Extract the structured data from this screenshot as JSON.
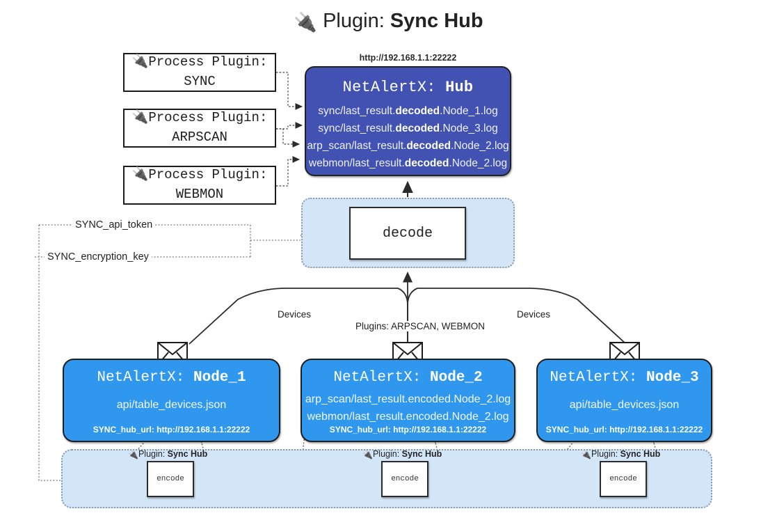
{
  "title": {
    "icon": "plug-icon",
    "prefix": "Plugin:",
    "name": "Sync Hub"
  },
  "process_plugins": [
    {
      "icon": "plug-icon",
      "line1": "Process Plugin:",
      "line2": "SYNC"
    },
    {
      "icon": "plug-icon",
      "line1": "Process Plugin:",
      "line2": "ARPSCAN"
    },
    {
      "icon": "plug-icon",
      "line1": "Process Plugin:",
      "line2": "WEBMON"
    }
  ],
  "hub": {
    "url": "http://192.168.1.1:22222",
    "title_prefix": "NetAlertX:",
    "title_name": "Hub",
    "rows": [
      {
        "pre": "sync/last_result.",
        "em": "decoded",
        "post": ".Node_1.log"
      },
      {
        "pre": "sync/last_result.",
        "em": "decoded",
        "post": ".Node_3.log"
      },
      {
        "pre": "arp_scan/last_result.",
        "em": "decoded",
        "post": ".Node_2.log"
      },
      {
        "pre": "webmon/last_result.",
        "em": "decoded",
        "post": ".Node_2.log"
      }
    ]
  },
  "decode": {
    "label": "decode"
  },
  "secrets": [
    {
      "label": "SYNC_api_token"
    },
    {
      "label": "SYNC_encryption_key"
    }
  ],
  "edge_labels": {
    "devices_left": "Devices",
    "devices_right": "Devices",
    "plugins_center": "Plugins: ARPSCAN, WEBMON"
  },
  "nodes": [
    {
      "title_prefix": "NetAlertX:",
      "title_name": "Node_1",
      "rows": [
        "api/table_devices.json"
      ],
      "footer": "SYNC_hub_url: http://192.168.1.1:22222",
      "mail_icon": "envelope-icon"
    },
    {
      "title_prefix": "NetAlertX:",
      "title_name": "Node_2",
      "rows": [
        "arp_scan/last_result.encoded.Node_2.log",
        "webmon/last_result.encoded.Node_2.log"
      ],
      "footer": "SYNC_hub_url: http://192.168.1.1:22222",
      "mail_icon": "envelope-icon"
    },
    {
      "title_prefix": "NetAlertX:",
      "title_name": "Node_3",
      "rows": [
        "api/table_devices.json"
      ],
      "footer": "SYNC_hub_url: http://192.168.1.1:22222",
      "mail_icon": "envelope-icon"
    }
  ],
  "encoders": [
    {
      "icon": "plug-icon",
      "label_prefix": "Plugin:",
      "label_name": "Sync Hub",
      "box": "encode"
    },
    {
      "icon": "plug-icon",
      "label_prefix": "Plugin:",
      "label_name": "Sync Hub",
      "box": "encode"
    },
    {
      "icon": "plug-icon",
      "label_prefix": "Plugin:",
      "label_name": "Sync Hub",
      "box": "encode"
    }
  ],
  "colors": {
    "hub_fill": "#4152b3",
    "node_fill": "#2f98ee",
    "container_fill": "#d3e6f8",
    "stroke": "#222222",
    "background": "#ffffff"
  }
}
